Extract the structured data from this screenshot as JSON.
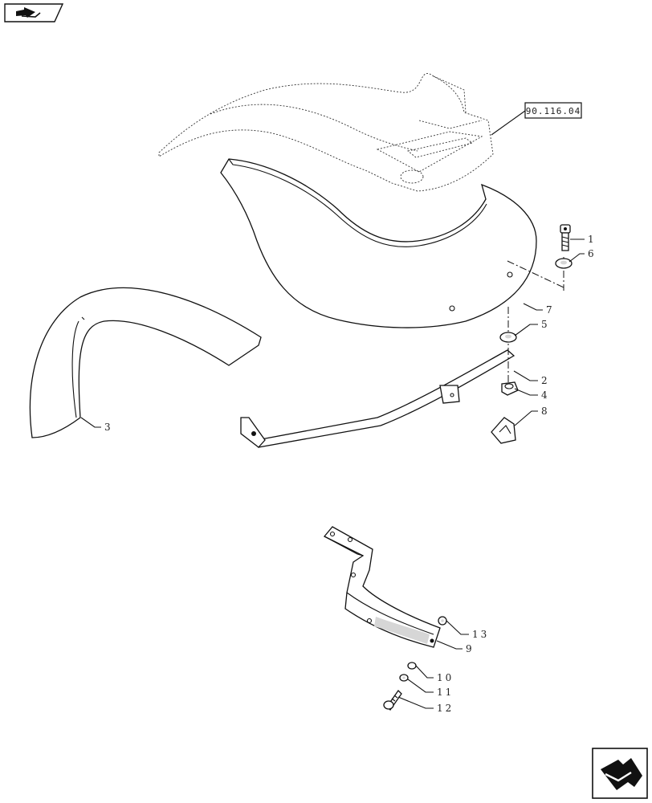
{
  "reference_box": {
    "text": "90.116.04"
  },
  "callouts": {
    "c1": "1",
    "c2": "2",
    "c3": "3",
    "c4": "4",
    "c5": "5",
    "c6": "6",
    "c7": "7",
    "c8": "8",
    "c9": "9",
    "c10": "10",
    "c11": "11",
    "c12": "12",
    "c13": "13"
  },
  "icons": {
    "top_left": "previous-page-arrow-icon",
    "bottom_right": "next-page-arrow-icon"
  },
  "colors": {
    "line": "#111111",
    "shade": "#d6d6d6",
    "background": "#ffffff"
  }
}
